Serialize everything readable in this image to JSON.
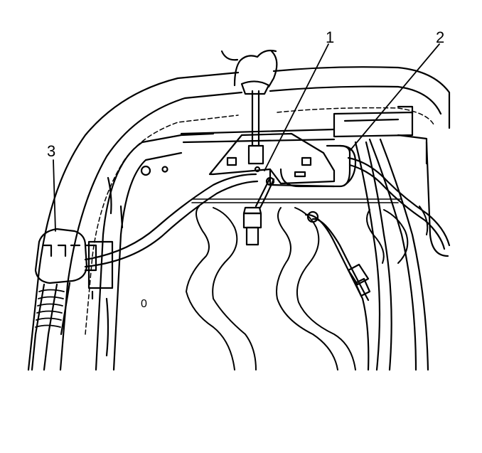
{
  "callouts": [
    {
      "id": "1",
      "text": "1"
    },
    {
      "id": "2",
      "text": "2"
    },
    {
      "id": "3",
      "text": "3"
    }
  ],
  "misc_labels": [
    {
      "id": "0",
      "text": "0"
    }
  ],
  "colors": {
    "line": "#000000",
    "background": "#ffffff"
  }
}
